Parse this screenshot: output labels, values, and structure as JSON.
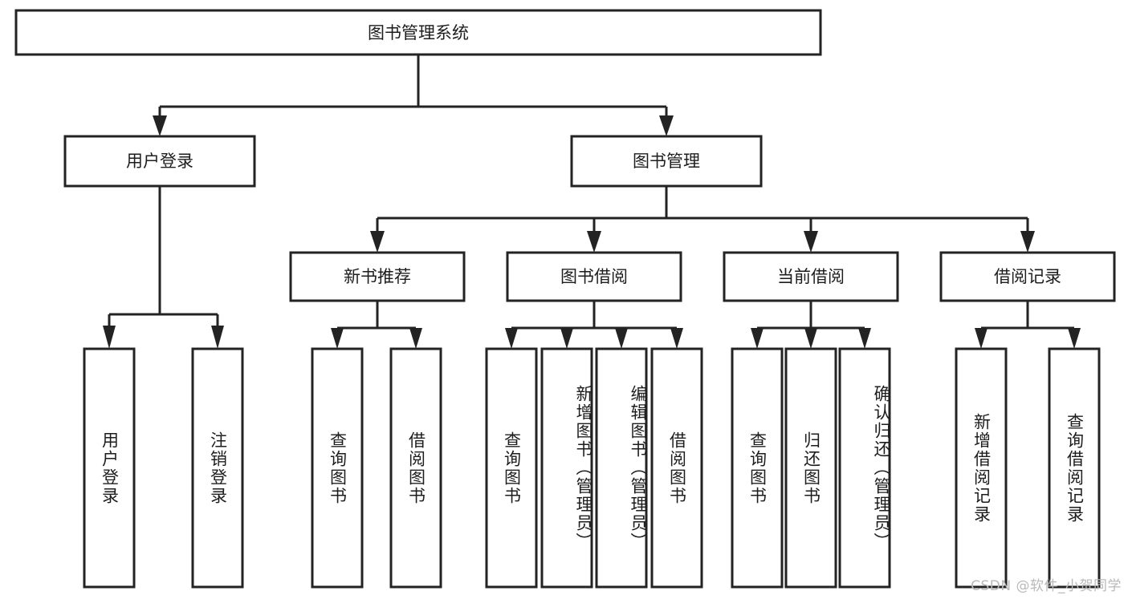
{
  "diagram": {
    "type": "tree",
    "title": "图书管理系统",
    "orientation": "top-down",
    "colors": {
      "box_stroke": "#232323",
      "box_fill": "#ffffff",
      "connector": "#232323",
      "text": "#1d1d1d",
      "watermark": "#b9b9b9"
    },
    "root": {
      "id": "root",
      "label": "图书管理系统",
      "text_direction": "horizontal"
    },
    "level2": [
      {
        "id": "user-login",
        "label": "用户登录",
        "text_direction": "horizontal"
      },
      {
        "id": "book-management",
        "label": "图书管理",
        "text_direction": "horizontal"
      }
    ],
    "level3": [
      {
        "id": "new-book-recommend",
        "label": "新书推荐",
        "parent": "book-management",
        "text_direction": "horizontal"
      },
      {
        "id": "book-borrow",
        "label": "图书借阅",
        "parent": "book-management",
        "text_direction": "horizontal"
      },
      {
        "id": "current-borrow",
        "label": "当前借阅",
        "parent": "book-management",
        "text_direction": "horizontal"
      },
      {
        "id": "borrow-record",
        "label": "借阅记录",
        "parent": "book-management",
        "text_direction": "horizontal"
      }
    ],
    "leaves": [
      {
        "id": "leaf-user-login",
        "label": "用户登录",
        "parent": "user-login",
        "text_direction": "vertical"
      },
      {
        "id": "leaf-user-logout",
        "label": "注销登录",
        "parent": "user-login",
        "text_direction": "vertical"
      },
      {
        "id": "leaf-query-book-1",
        "label": "查询图书",
        "parent": "new-book-recommend",
        "text_direction": "vertical"
      },
      {
        "id": "leaf-borrow-book-1",
        "label": "借阅图书",
        "parent": "new-book-recommend",
        "text_direction": "vertical"
      },
      {
        "id": "leaf-query-book-2",
        "label": "查询图书",
        "parent": "book-borrow",
        "text_direction": "vertical"
      },
      {
        "id": "leaf-add-book",
        "label": "新增图书（管理员）",
        "parent": "book-borrow",
        "text_direction": "vertical"
      },
      {
        "id": "leaf-edit-book",
        "label": "编辑图书（管理员）",
        "parent": "book-borrow",
        "text_direction": "vertical"
      },
      {
        "id": "leaf-borrow-book-2",
        "label": "借阅图书",
        "parent": "book-borrow",
        "text_direction": "vertical"
      },
      {
        "id": "leaf-query-book-3",
        "label": "查询图书",
        "parent": "current-borrow",
        "text_direction": "vertical"
      },
      {
        "id": "leaf-return-book",
        "label": "归还图书",
        "parent": "current-borrow",
        "text_direction": "vertical"
      },
      {
        "id": "leaf-confirm-return",
        "label": "确认归还（管理员）",
        "parent": "current-borrow",
        "text_direction": "vertical"
      },
      {
        "id": "leaf-add-record",
        "label": "新增借阅记录",
        "parent": "borrow-record",
        "text_direction": "vertical"
      },
      {
        "id": "leaf-query-record",
        "label": "查询借阅记录",
        "parent": "borrow-record",
        "text_direction": "vertical"
      }
    ]
  },
  "watermark": {
    "text": "CSDN @软件_小贺同学"
  }
}
